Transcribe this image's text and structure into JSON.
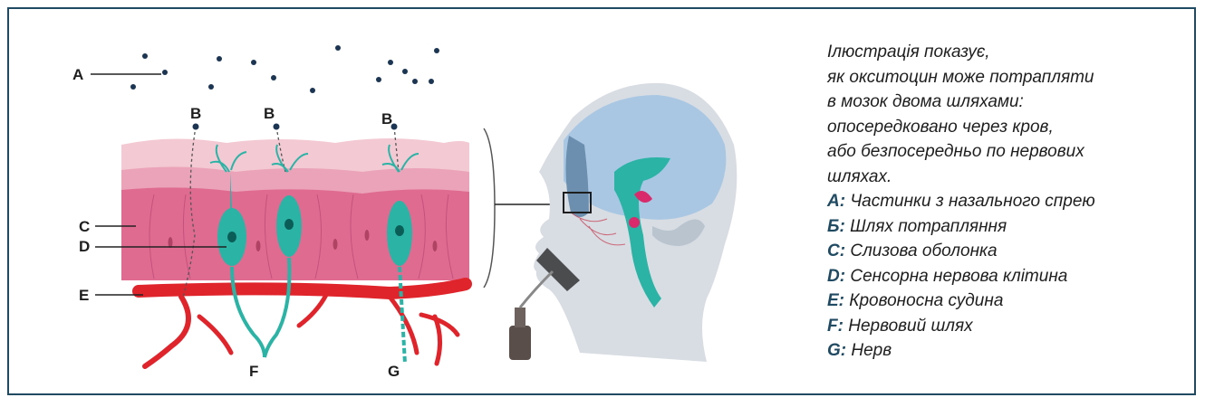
{
  "labels": {
    "a": "A",
    "b1": "B",
    "b2": "B",
    "b3": "B",
    "c": "C",
    "d": "D",
    "e": "E",
    "f": "F",
    "g": "G"
  },
  "legend": {
    "intro": [
      "Ілюстрація показує,",
      "як окситоцин може потрапляти",
      "в мозок двома шляхами:",
      "опосередковано через кров,",
      "або безпосередньо по нервових",
      "шляхах."
    ],
    "items": [
      {
        "key": "A:",
        "text": "Частинки з назального спрею"
      },
      {
        "key": "Б:",
        "text": "Шлях потрапляння"
      },
      {
        "key": "C:",
        "text": "Слизова оболонка"
      },
      {
        "key": "D:",
        "text": "Сенсорна нервова клітина"
      },
      {
        "key": "E:",
        "text": "Кровоносна судина"
      },
      {
        "key": "F:",
        "text": "Нервовий шлях"
      },
      {
        "key": "G:",
        "text": "Нерв"
      }
    ]
  },
  "colors": {
    "frame": "#1f4a62",
    "mucosa_top": "#f3c9d3",
    "mucosa_mid": "#eaa3b8",
    "mucosa_main": "#e06b91",
    "cell": "#2bb3a6",
    "vessel": "#e0242c",
    "particle": "#1c3552",
    "head": "#d8dde3",
    "brain": "#a9c7e3"
  }
}
